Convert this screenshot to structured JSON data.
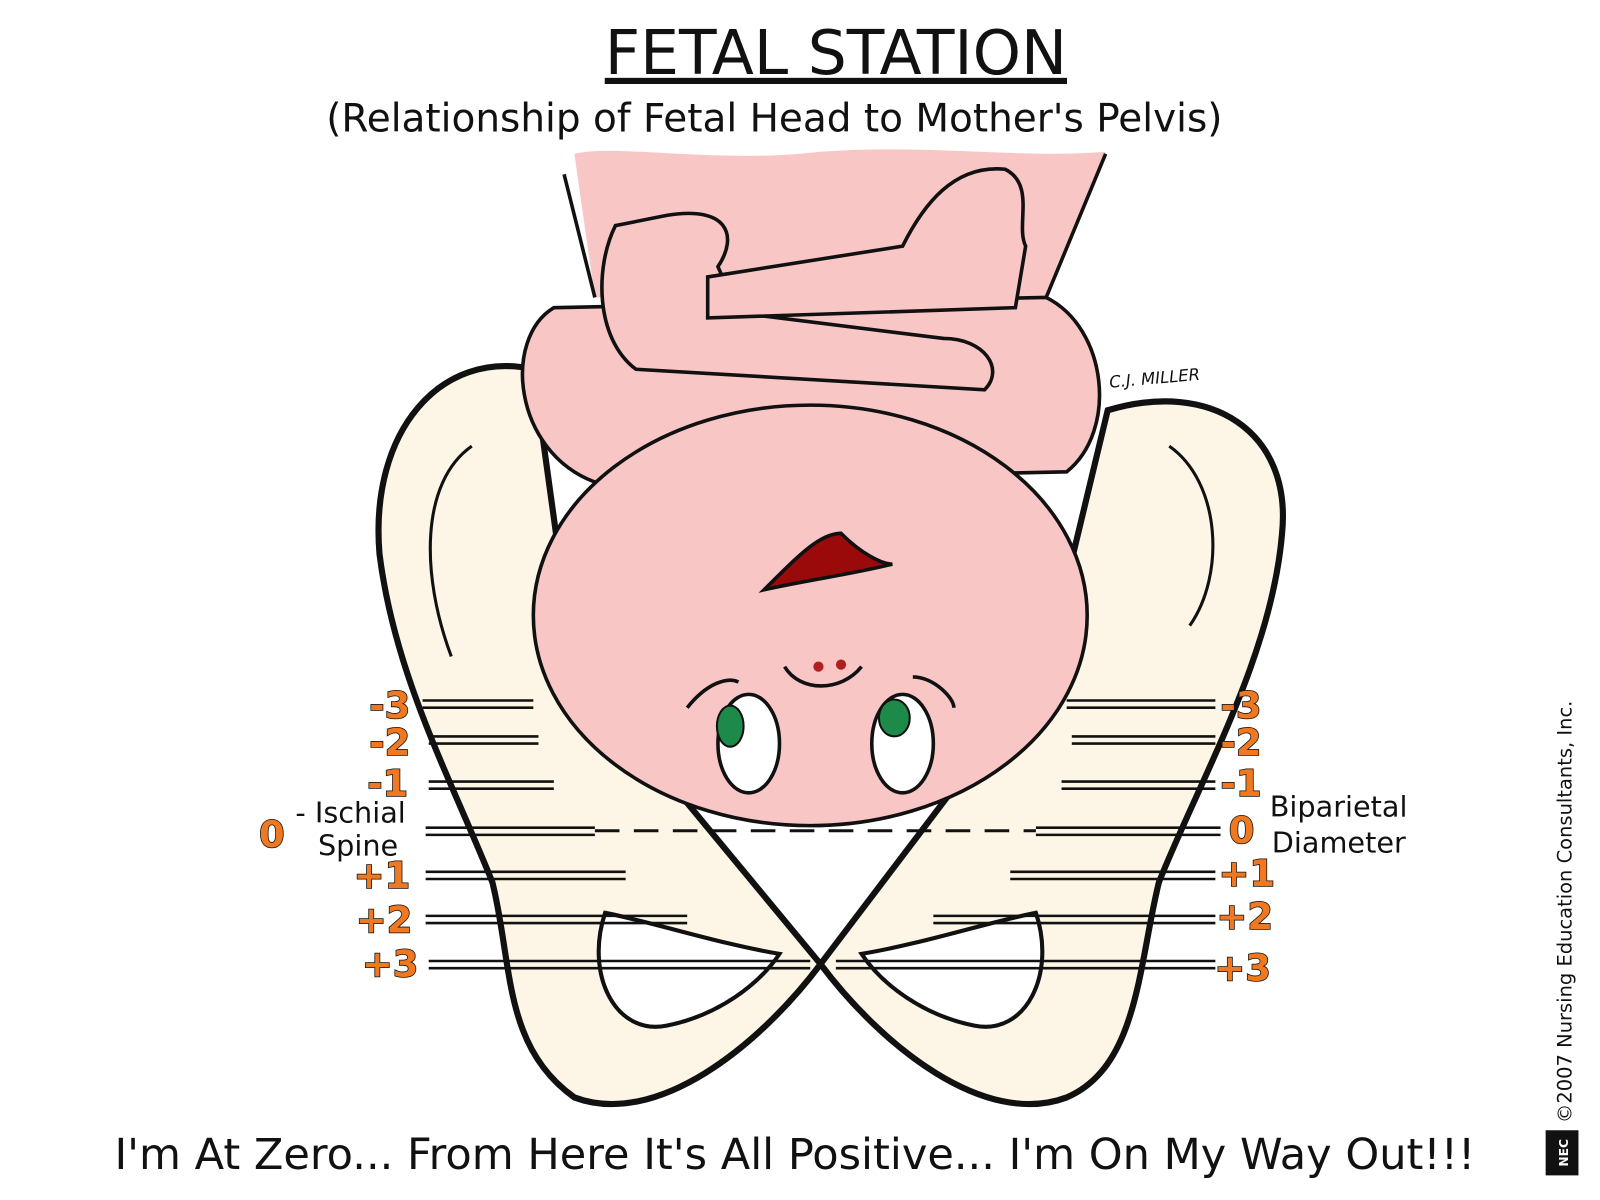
{
  "title": "FETAL STATION",
  "subtitle": "(Relationship of Fetal Head to Mother's Pelvis)",
  "caption": "I'm At Zero... From Here It's All Positive... I'm On My Way Out!!!",
  "left_label": {
    "prefix": "- Ischial",
    "second": "Spine"
  },
  "right_label": {
    "first": "Biparietal",
    "second": "Diameter"
  },
  "stations": [
    "-3",
    "-2",
    "-1",
    "0",
    "+1",
    "+2",
    "+3"
  ],
  "signature": "C.J. MILLER",
  "copyright": "©2007 Nursing Education Consultants, Inc.",
  "logo": "NEC",
  "colors": {
    "skin": "#F9C6C6",
    "pelvis": "#FDF6E6",
    "station_label": "#F07820",
    "eye": "#1E8A4A",
    "mouth": "#9A0A0A"
  }
}
